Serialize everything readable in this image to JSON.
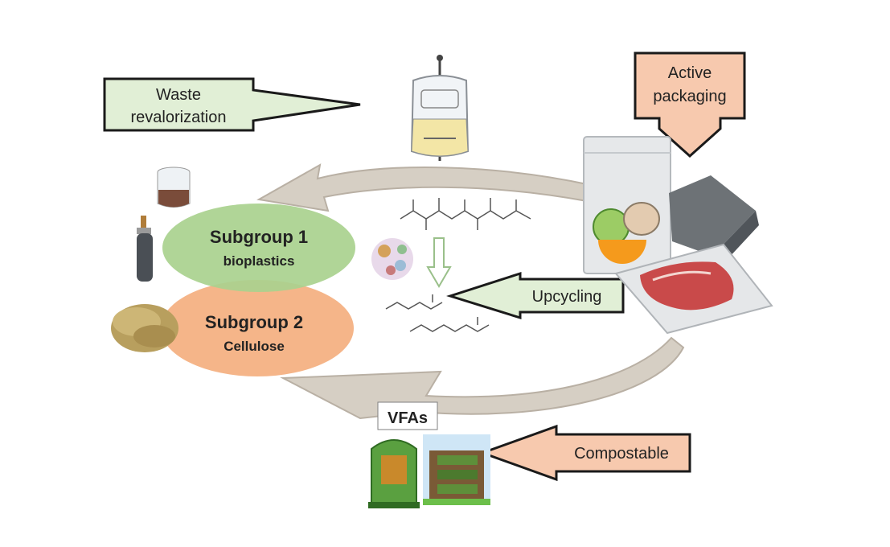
{
  "callouts": {
    "waste": {
      "line1": "Waste",
      "line2": "revalorization",
      "fill": "#e1efd6",
      "stroke": "#1a1a1a"
    },
    "active": {
      "line1": "Active",
      "line2": "packaging",
      "fill": "#f7c9ae",
      "stroke": "#1a1a1a"
    },
    "upcycling": {
      "label": "Upcycling",
      "fill": "#e1efd6",
      "stroke": "#1a1a1a"
    },
    "compostable": {
      "label": "Compostable",
      "fill": "#f7c9ae",
      "stroke": "#1a1a1a"
    }
  },
  "subgroups": {
    "one": {
      "title": "Subgroup 1",
      "subtitle": "bioplastics",
      "fill": "#a9d18e"
    },
    "two": {
      "title": "Subgroup 2",
      "subtitle": "Cellulose",
      "fill": "#f4b183"
    }
  },
  "vfas": {
    "label": "VFAs"
  },
  "cycle": {
    "arrow_fill": "#d6cfc4",
    "arrow_stroke": "#b9b0a4"
  },
  "icons": [
    "bioreactor-icon",
    "sample-jar-icon",
    "gas-cylinder-icon",
    "straw-pile-icon",
    "packaging-bag-icon",
    "sponge-icon",
    "meat-tray-icon",
    "polymer-chain-icon",
    "protein-structure-icon",
    "digester-tank-icon",
    "compost-bin-icon"
  ]
}
